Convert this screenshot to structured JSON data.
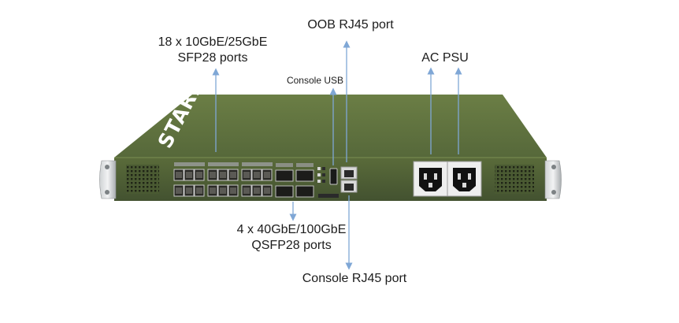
{
  "callouts": {
    "sfp28_line1": "18 x 10GbE/25GbE",
    "sfp28_line2": "SFP28 ports",
    "oob": "OOB RJ45 port",
    "console_usb": "Console USB",
    "ac_psu": "AC PSU",
    "qsfp28_line1": "4 x 40GbE/100GbE",
    "qsfp28_line2": "QSFP28 ports",
    "console_rj45": "Console RJ45 port"
  },
  "device": {
    "brand_logo": "STARLAKE",
    "body_color": "#4e5e33",
    "top_color": "#5d6f3b",
    "arrow_color": "#7fa7d6"
  }
}
